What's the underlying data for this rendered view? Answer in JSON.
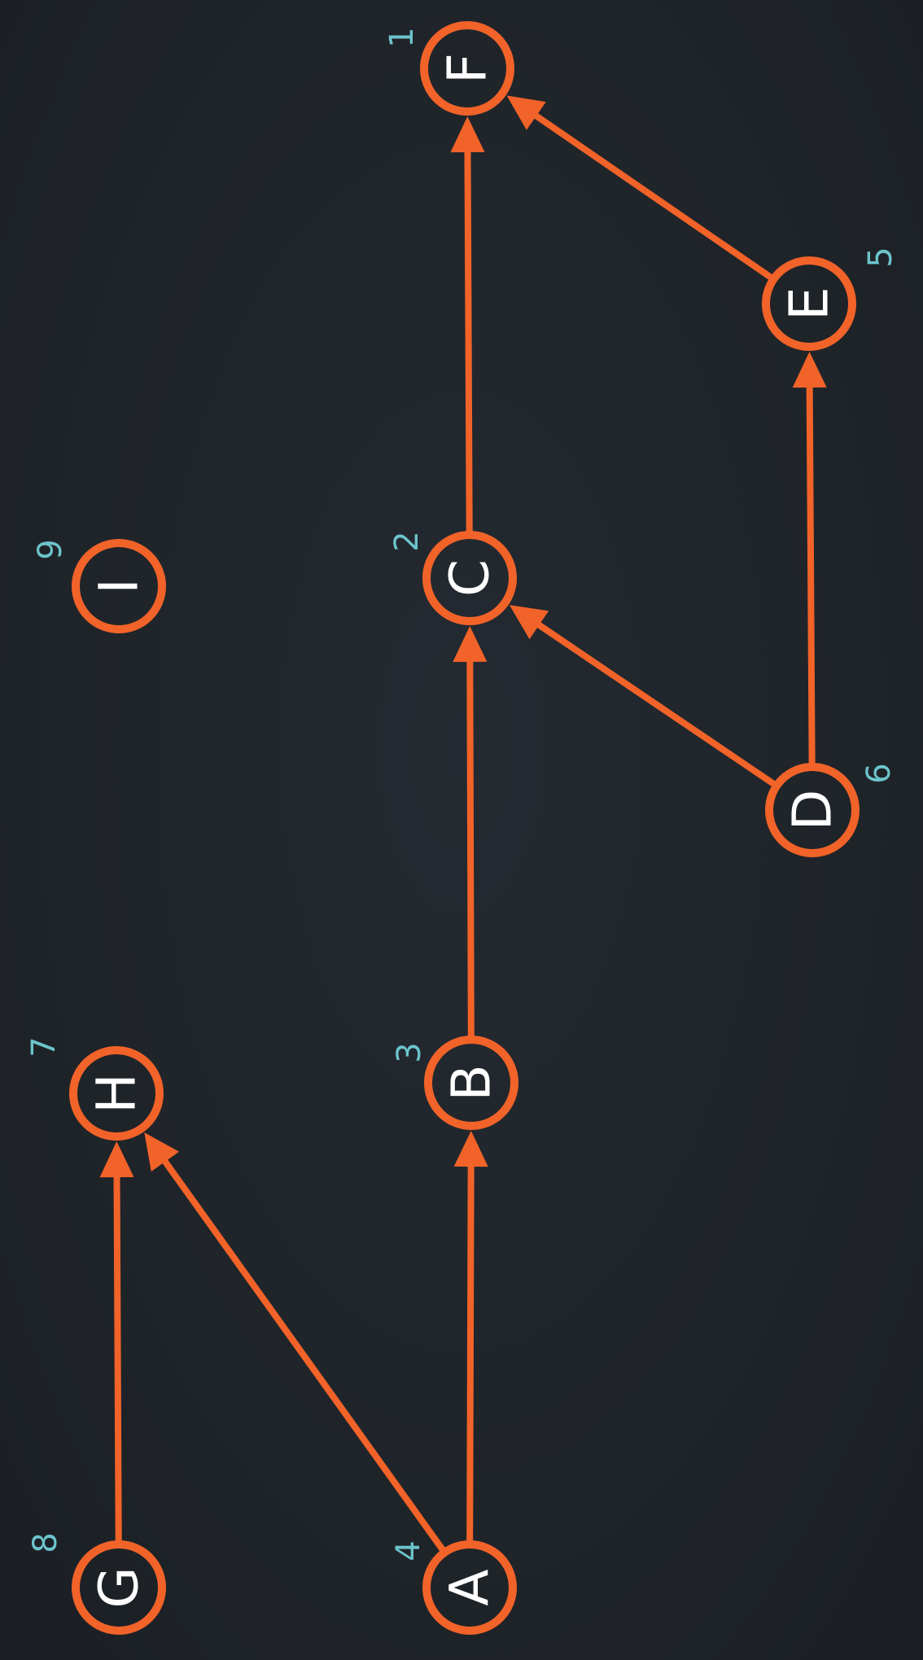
{
  "colors": {
    "background": "#1e2329",
    "accent": "#f26329",
    "node_text": "#ffffff",
    "order_text": "#6cc4cc"
  },
  "nodes": [
    {
      "id": "A",
      "label": "A",
      "order": "4"
    },
    {
      "id": "B",
      "label": "B",
      "order": "3"
    },
    {
      "id": "C",
      "label": "C",
      "order": "2"
    },
    {
      "id": "D",
      "label": "D",
      "order": "6"
    },
    {
      "id": "E",
      "label": "E",
      "order": "5"
    },
    {
      "id": "F",
      "label": "F",
      "order": "1"
    },
    {
      "id": "G",
      "label": "G",
      "order": "8"
    },
    {
      "id": "H",
      "label": "H",
      "order": "7"
    },
    {
      "id": "I",
      "label": "I",
      "order": "9"
    }
  ],
  "edges": [
    {
      "from": "A",
      "to": "B"
    },
    {
      "from": "A",
      "to": "H"
    },
    {
      "from": "B",
      "to": "C"
    },
    {
      "from": "C",
      "to": "F"
    },
    {
      "from": "D",
      "to": "C"
    },
    {
      "from": "D",
      "to": "E"
    },
    {
      "from": "E",
      "to": "F"
    },
    {
      "from": "G",
      "to": "H"
    }
  ]
}
